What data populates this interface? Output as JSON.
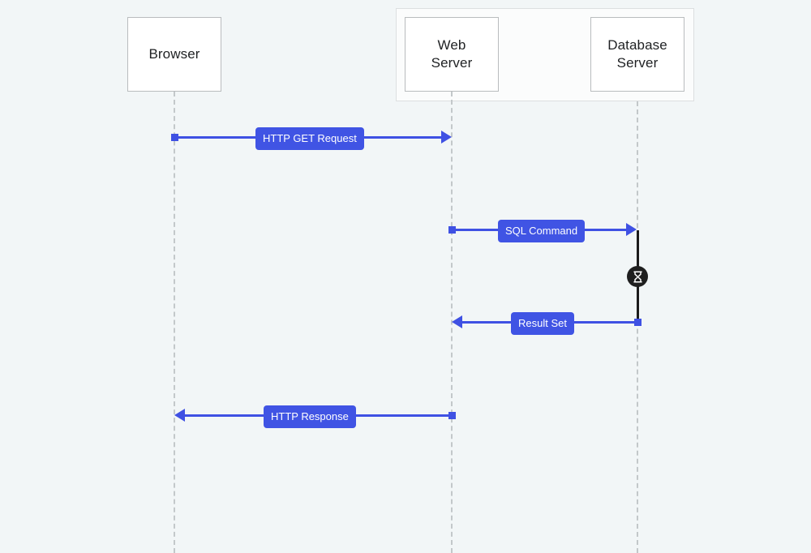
{
  "diagram": {
    "type": "sequence-diagram",
    "background_color": "#f2f6f7",
    "accent_color": "#4054e4",
    "lifeline_color": "#c3c8ca",
    "activation_color": "#1c1c1c"
  },
  "group": {
    "name": "server-group",
    "label": ""
  },
  "actors": [
    {
      "id": "browser",
      "label": "Browser"
    },
    {
      "id": "web-server",
      "label": "Web\nServer"
    },
    {
      "id": "database-server",
      "label": "Database\nServer"
    }
  ],
  "messages": [
    {
      "id": "http-get-request",
      "label": "HTTP GET Request",
      "from": "browser",
      "to": "web-server",
      "direction": "right"
    },
    {
      "id": "sql-command",
      "label": "SQL Command",
      "from": "web-server",
      "to": "database-server",
      "direction": "right"
    },
    {
      "id": "result-set",
      "label": "Result Set",
      "from": "database-server",
      "to": "web-server",
      "direction": "left"
    },
    {
      "id": "http-response",
      "label": "HTTP Response",
      "from": "web-server",
      "to": "browser",
      "direction": "left"
    }
  ],
  "activation": {
    "id": "database-processing",
    "on": "database-server",
    "badge_icon": "hourglass-icon"
  }
}
